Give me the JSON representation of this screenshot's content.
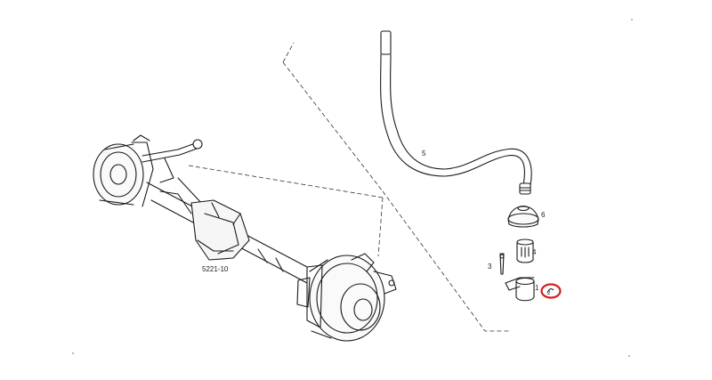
{
  "diagram": {
    "group_code": "5221-10",
    "callouts": {
      "p1": "1",
      "p2": "2",
      "p3": "3",
      "p4": "4",
      "p5": "5",
      "p6": "6"
    },
    "highlight_color": "#d42020",
    "ink_color": "#1a1a1a"
  }
}
